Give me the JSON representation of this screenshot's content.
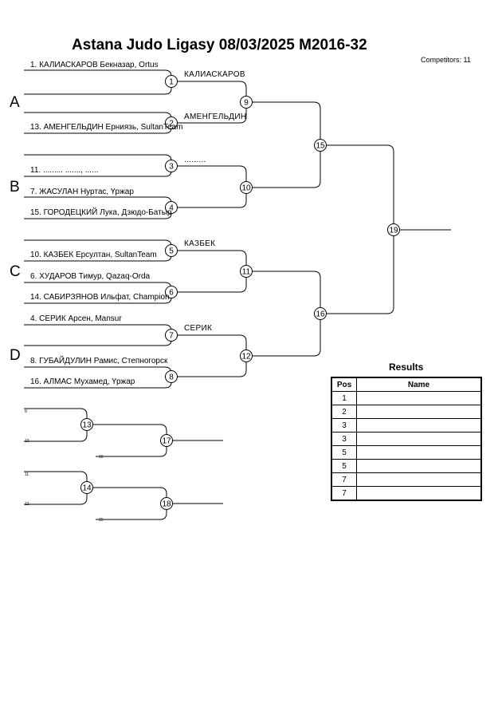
{
  "header": {
    "title": "Astana Judo Ligasy  08/03/2025     M2016-32",
    "competitors": "Competitors: 11"
  },
  "pools": [
    "A",
    "B",
    "C",
    "D"
  ],
  "entries": [
    "1. КАЛИАСКАРОВ Бекназар, Ortus",
    "13. АМЕНГЕЛЬДИН Ерниязь, SultanTeam",
    "11. ......... ......., ......",
    "7. ЖАСУЛАН Нуртас, Үржар",
    "15. ГОРОДЕЦКИЙ Лука, Дзюдо-Батыр",
    "10. КАЗБЕК Ерсултан, SultanTeam",
    "6. ХУДАРОВ Тимур, Qazaq-Orda",
    "14. САБИРЗЯНОВ Ильфат, Champion",
    "4. СЕРИК Арсен, Mansur",
    "8. ГУБАЙДУЛИН Рамис, Степногорск",
    "16. АЛМАС Мухамед, Үржар"
  ],
  "winners": [
    "КАЛИАСКАРОВ",
    "АМЕНГЕЛЬДИН",
    ".........",
    "КАЗБЕК",
    "СЕРИК"
  ],
  "matches": [
    "1",
    "2",
    "3",
    "4",
    "5",
    "6",
    "7",
    "8",
    "9",
    "10",
    "11",
    "12",
    "13",
    "14",
    "15",
    "16",
    "17",
    "18",
    "19"
  ],
  "repechage_labels": [
    "9",
    "10",
    "16",
    "11",
    "12",
    "15"
  ],
  "results": {
    "title": "Results",
    "col_pos": "Pos",
    "col_name": "Name",
    "rows": [
      {
        "pos": "1",
        "name": ""
      },
      {
        "pos": "2",
        "name": ""
      },
      {
        "pos": "3",
        "name": ""
      },
      {
        "pos": "3",
        "name": ""
      },
      {
        "pos": "5",
        "name": ""
      },
      {
        "pos": "5",
        "name": ""
      },
      {
        "pos": "7",
        "name": ""
      },
      {
        "pos": "7",
        "name": ""
      }
    ]
  }
}
